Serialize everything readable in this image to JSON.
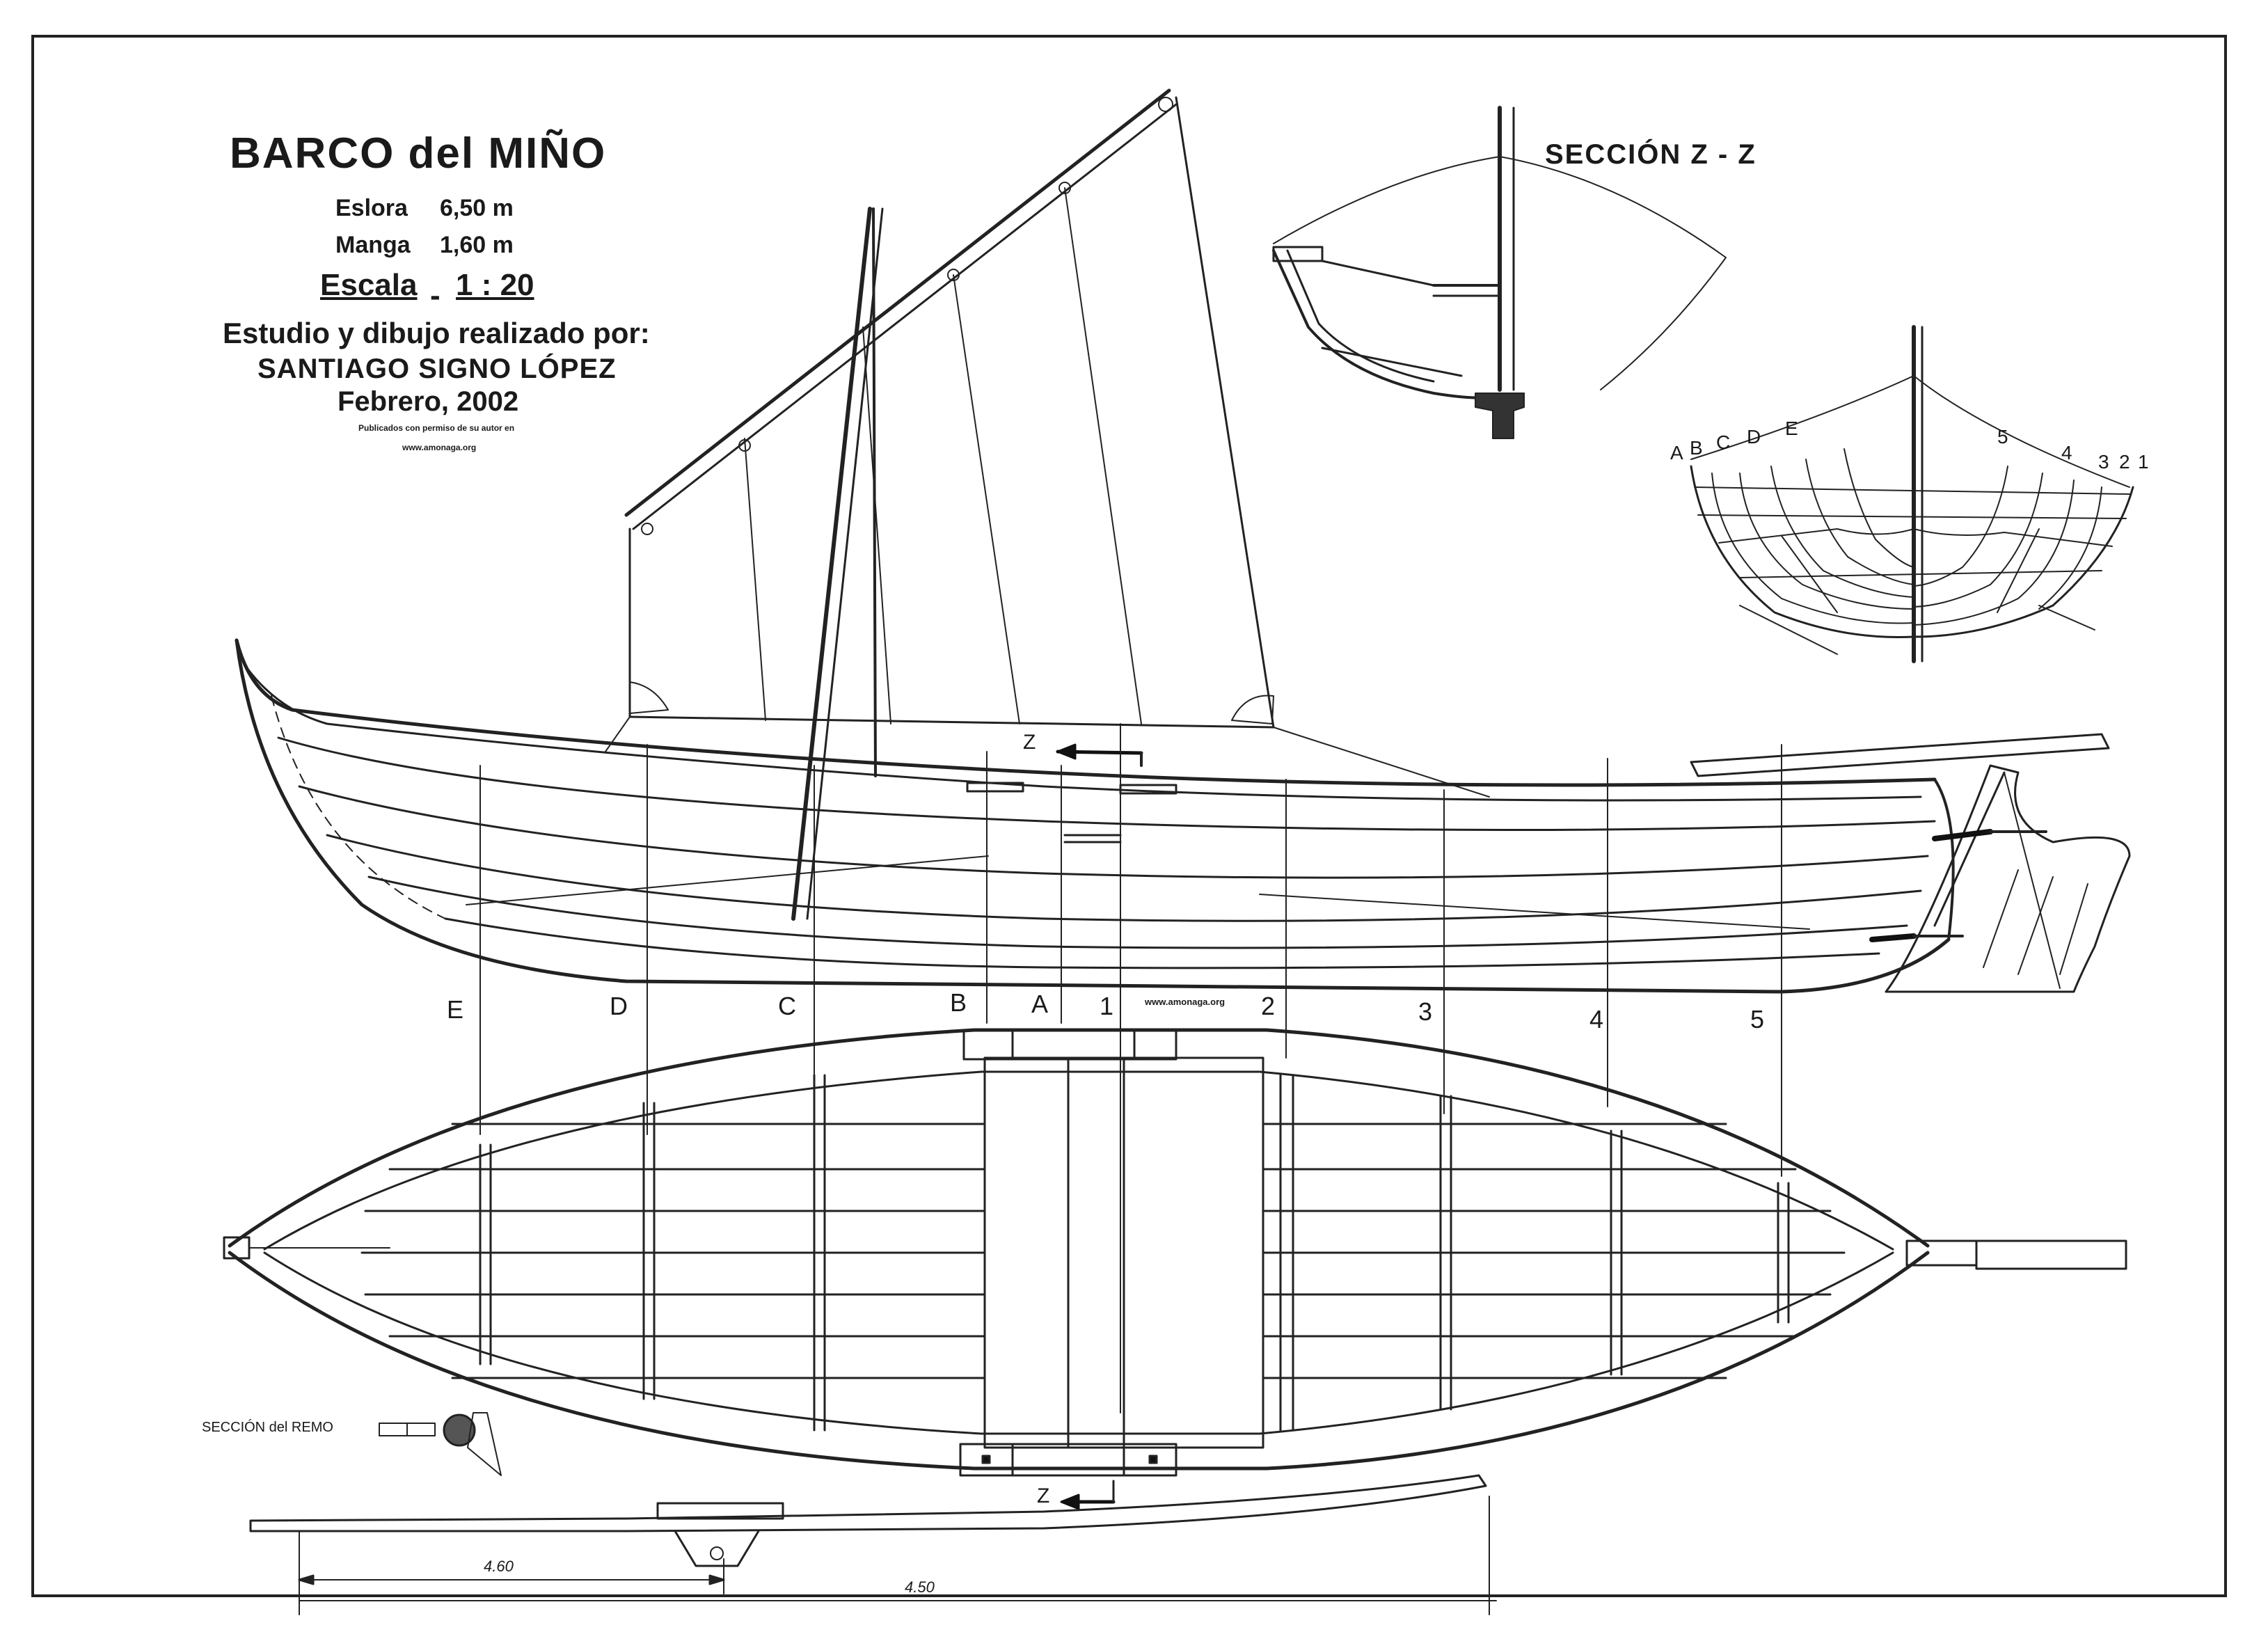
{
  "title": "BARCO del MIÑO",
  "specs": [
    {
      "label": "Eslora",
      "value": "6,50 m"
    },
    {
      "label": "Manga",
      "value": "1,60 m"
    }
  ],
  "scale": {
    "label": "Escala",
    "value": "1 : 20"
  },
  "author": {
    "line1": "Estudio y dibujo realizado por:",
    "name": "SANTIAGO SIGNO LÓPEZ",
    "date": "Febrero, 2002"
  },
  "credits": {
    "line1": "Publicados con permiso de su autor en",
    "line2": "www.amonaga.org"
  },
  "section_title": "SECCIÓN Z - Z",
  "section_letters": [
    "A",
    "B",
    "C",
    "D",
    "E"
  ],
  "section_numbers": [
    "5",
    "4",
    "3",
    "2",
    "1"
  ],
  "stations": [
    "E",
    "D",
    "C",
    "B",
    "A",
    "1",
    "2",
    "3",
    "4",
    "5"
  ],
  "section_marker": "Z",
  "website": "www.amonaga.org",
  "oar_section_label": "SECCIÓN del REMO",
  "dimensions": {
    "left": "4.60",
    "total": "4.50"
  }
}
